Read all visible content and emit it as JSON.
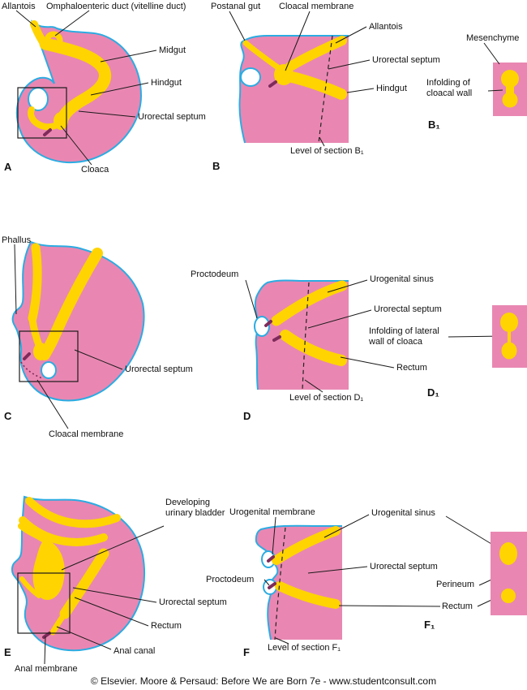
{
  "colors": {
    "pink": "#E987B2",
    "yellow": "#FFD400",
    "blue": "#2BACE2",
    "membrane": "#7E2B5B",
    "line": "#1A1A1A",
    "background": "#FFFFFF"
  },
  "panels": {
    "a": {
      "letter": "A",
      "allantois": "Allantois",
      "omphaloenteric_duct": "Omphaloenteric duct (vitelline duct)",
      "midgut": "Midgut",
      "hindgut": "Hindgut",
      "urorectal_septum": "Urorectal septum",
      "cloaca": "Cloaca"
    },
    "b": {
      "letter": "B",
      "postanal_gut": "Postanal gut",
      "cloacal_membrane": "Cloacal membrane",
      "allantois": "Allantois",
      "urorectal_septum": "Urorectal septum",
      "hindgut": "Hindgut",
      "section_level": "Level of section B₁"
    },
    "b1": {
      "letter": "B₁",
      "mesenchyme": "Mesenchyme",
      "infolding": "Infolding of cloacal wall"
    },
    "c": {
      "letter": "C",
      "phallus": "Phallus",
      "urorectal_septum": "Urorectal septum",
      "cloacal_membrane": "Cloacal membrane"
    },
    "d": {
      "letter": "D",
      "proctodeum": "Proctodeum",
      "urogenital_sinus": "Urogenital sinus",
      "urorectal_septum": "Urorectal septum",
      "infolding": "Infolding of lateral wall of cloaca",
      "rectum": "Rectum",
      "section_level": "Level of section D₁"
    },
    "d1": {
      "letter": "D₁"
    },
    "e": {
      "letter": "E",
      "developing_bladder": "Developing urinary bladder",
      "urorectal_septum": "Urorectal septum",
      "rectum": "Rectum",
      "anal_canal": "Anal canal",
      "anal_membrane": "Anal membrane"
    },
    "f": {
      "letter": "F",
      "urogenital_membrane": "Urogenital membrane",
      "proctodeum": "Proctodeum",
      "urogenital_sinus": "Urogenital sinus",
      "urorectal_septum": "Urorectal septum",
      "rectum": "Rectum",
      "perineum": "Perineum",
      "section_level": "Level of section F₁"
    },
    "f1": {
      "letter": "F₁"
    }
  },
  "footer": {
    "copyright": "© Elsevier. Moore & Persaud: Before We are Born 7e - www.studentconsult.com"
  }
}
